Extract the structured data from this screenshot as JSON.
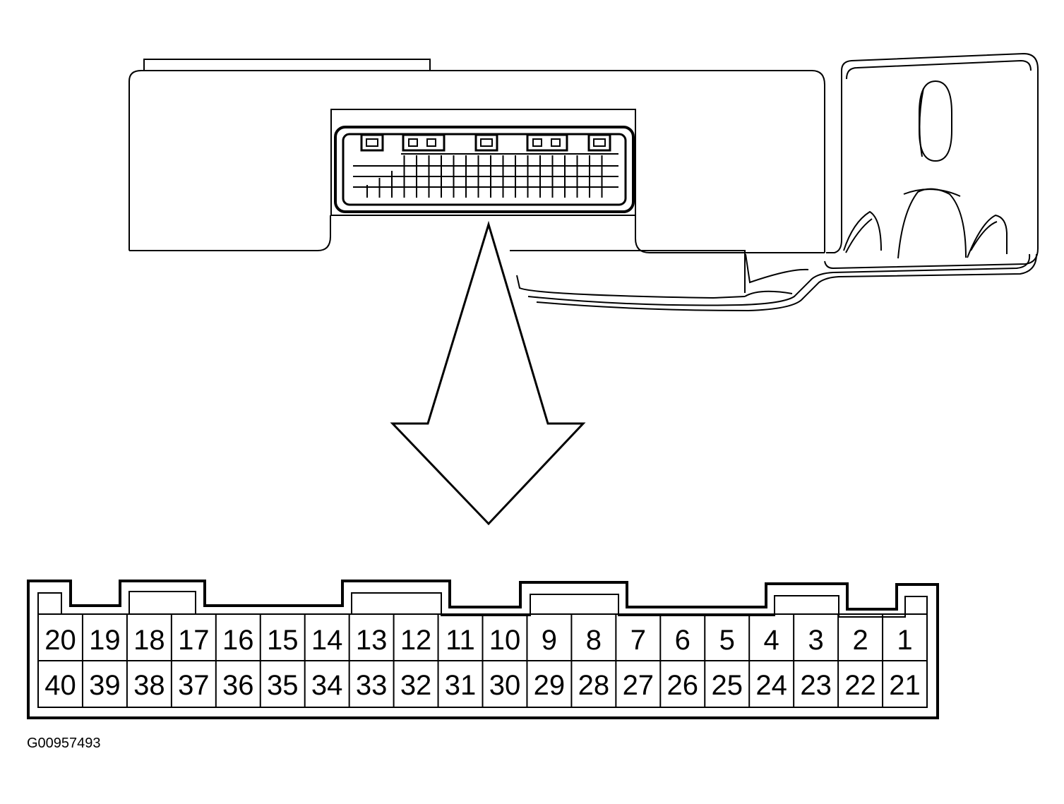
{
  "figure_id": "G00957493",
  "connector": {
    "top_row": [
      "20",
      "19",
      "18",
      "17",
      "16",
      "15",
      "14",
      "13",
      "12",
      "11",
      "10",
      "9",
      "8",
      "7",
      "6",
      "5",
      "4",
      "3",
      "2",
      "1"
    ],
    "bottom_row": [
      "40",
      "39",
      "38",
      "37",
      "36",
      "35",
      "34",
      "33",
      "32",
      "31",
      "30",
      "29",
      "28",
      "27",
      "26",
      "25",
      "24",
      "23",
      "22",
      "21"
    ]
  },
  "colors": {
    "line": "#000000",
    "background": "#ffffff"
  }
}
